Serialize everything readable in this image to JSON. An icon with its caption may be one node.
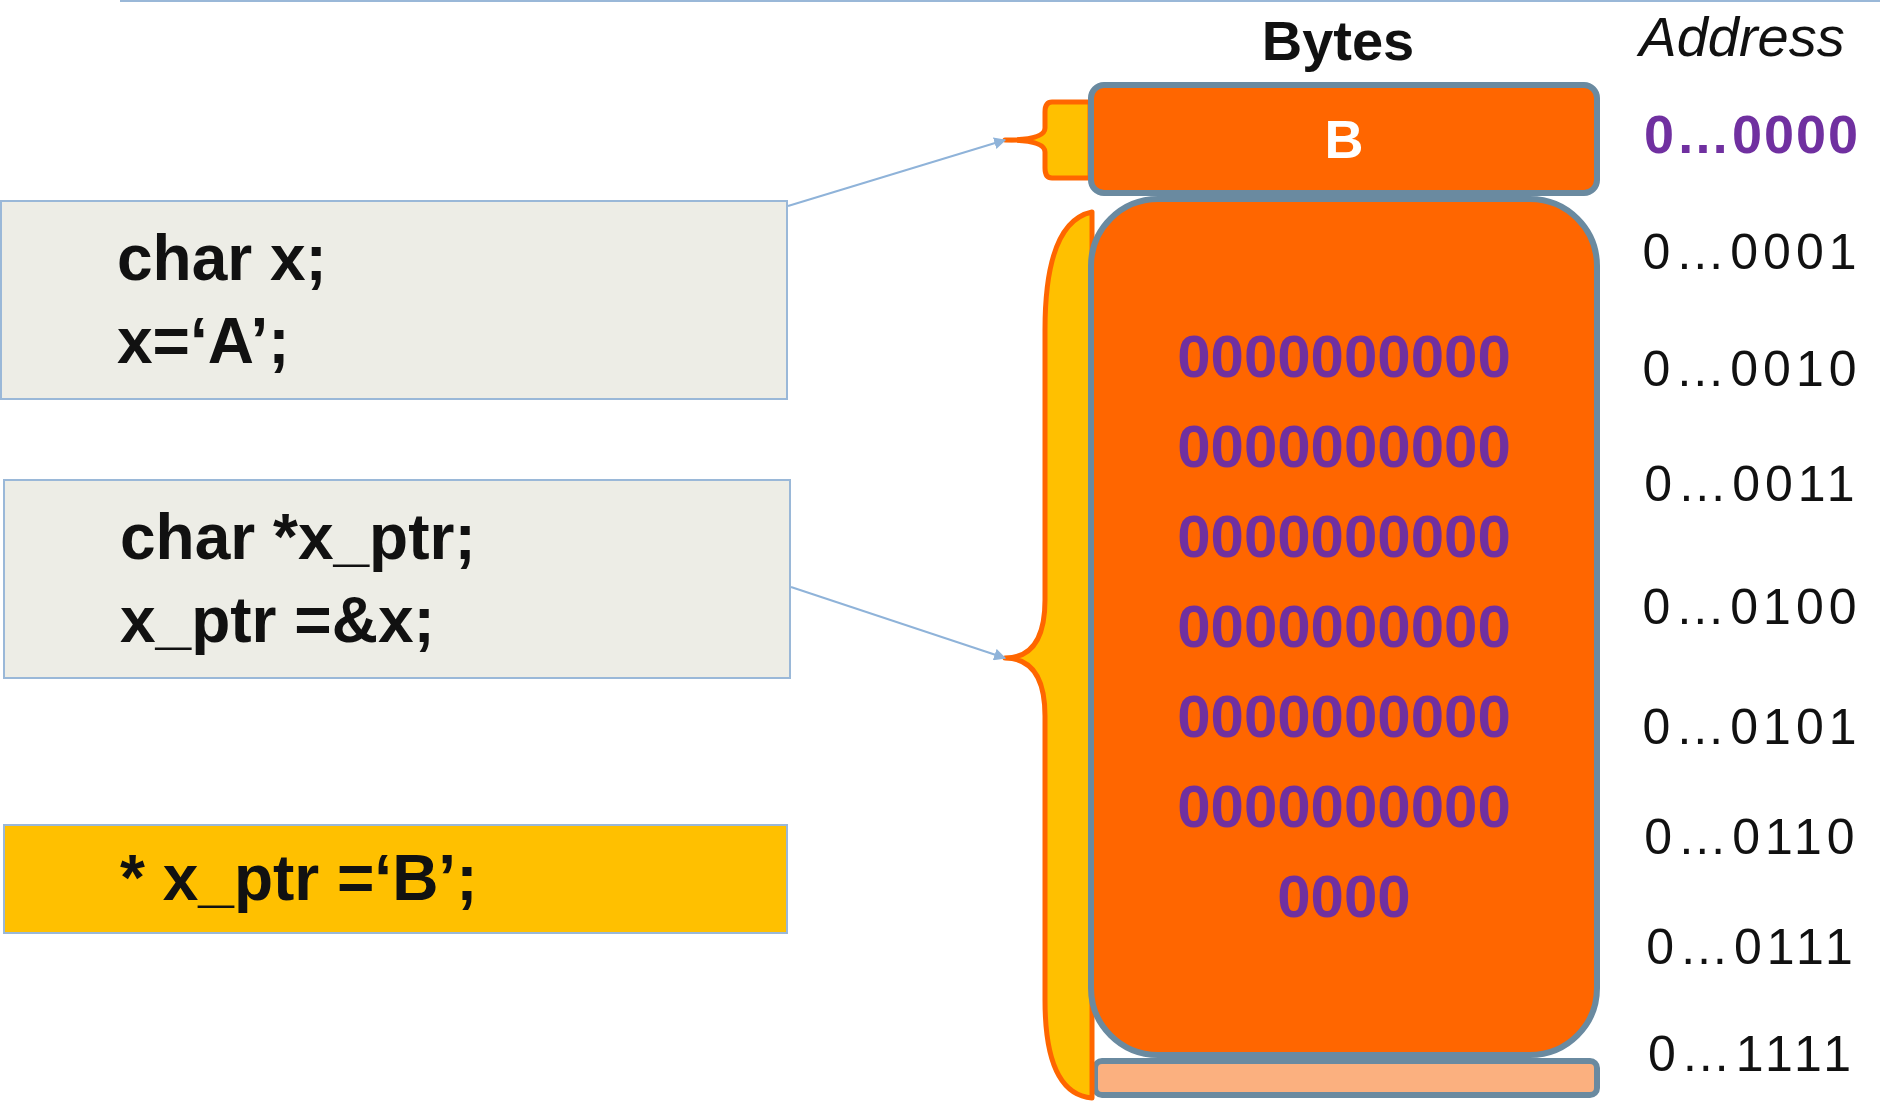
{
  "diagram": {
    "nodes": [
      {
        "text": [
          "char x;",
          "x=‘A’;"
        ]
      },
      {
        "text": [
          "char *x_ptr;",
          "x_ptr =&x;"
        ]
      },
      {
        "text": [
          "* x_ptr =‘B’;"
        ]
      },
      {
        "text": [],
        "shape": "brace"
      },
      {
        "text": [],
        "shape": "brace"
      },
      {
        "text": [
          "B"
        ]
      },
      {
        "text": [
          "0000000000 0000000000 0000000000 0000000000 0000000000 0000000000 0000"
        ]
      },
      {
        "text": [],
        "shape": "box"
      }
    ],
    "edges": [
      {
        "from": 0,
        "to": 3,
        "arrow": "to"
      },
      {
        "from": 1,
        "to": 4,
        "arrow": "to"
      }
    ],
    "labels": [
      "Bytes",
      "Address",
      "0…0000",
      "0…0001",
      "0…0010",
      "0…0011",
      "0…0100",
      "0…0101",
      "0…0110",
      "0…0111",
      "0…1111"
    ]
  }
}
